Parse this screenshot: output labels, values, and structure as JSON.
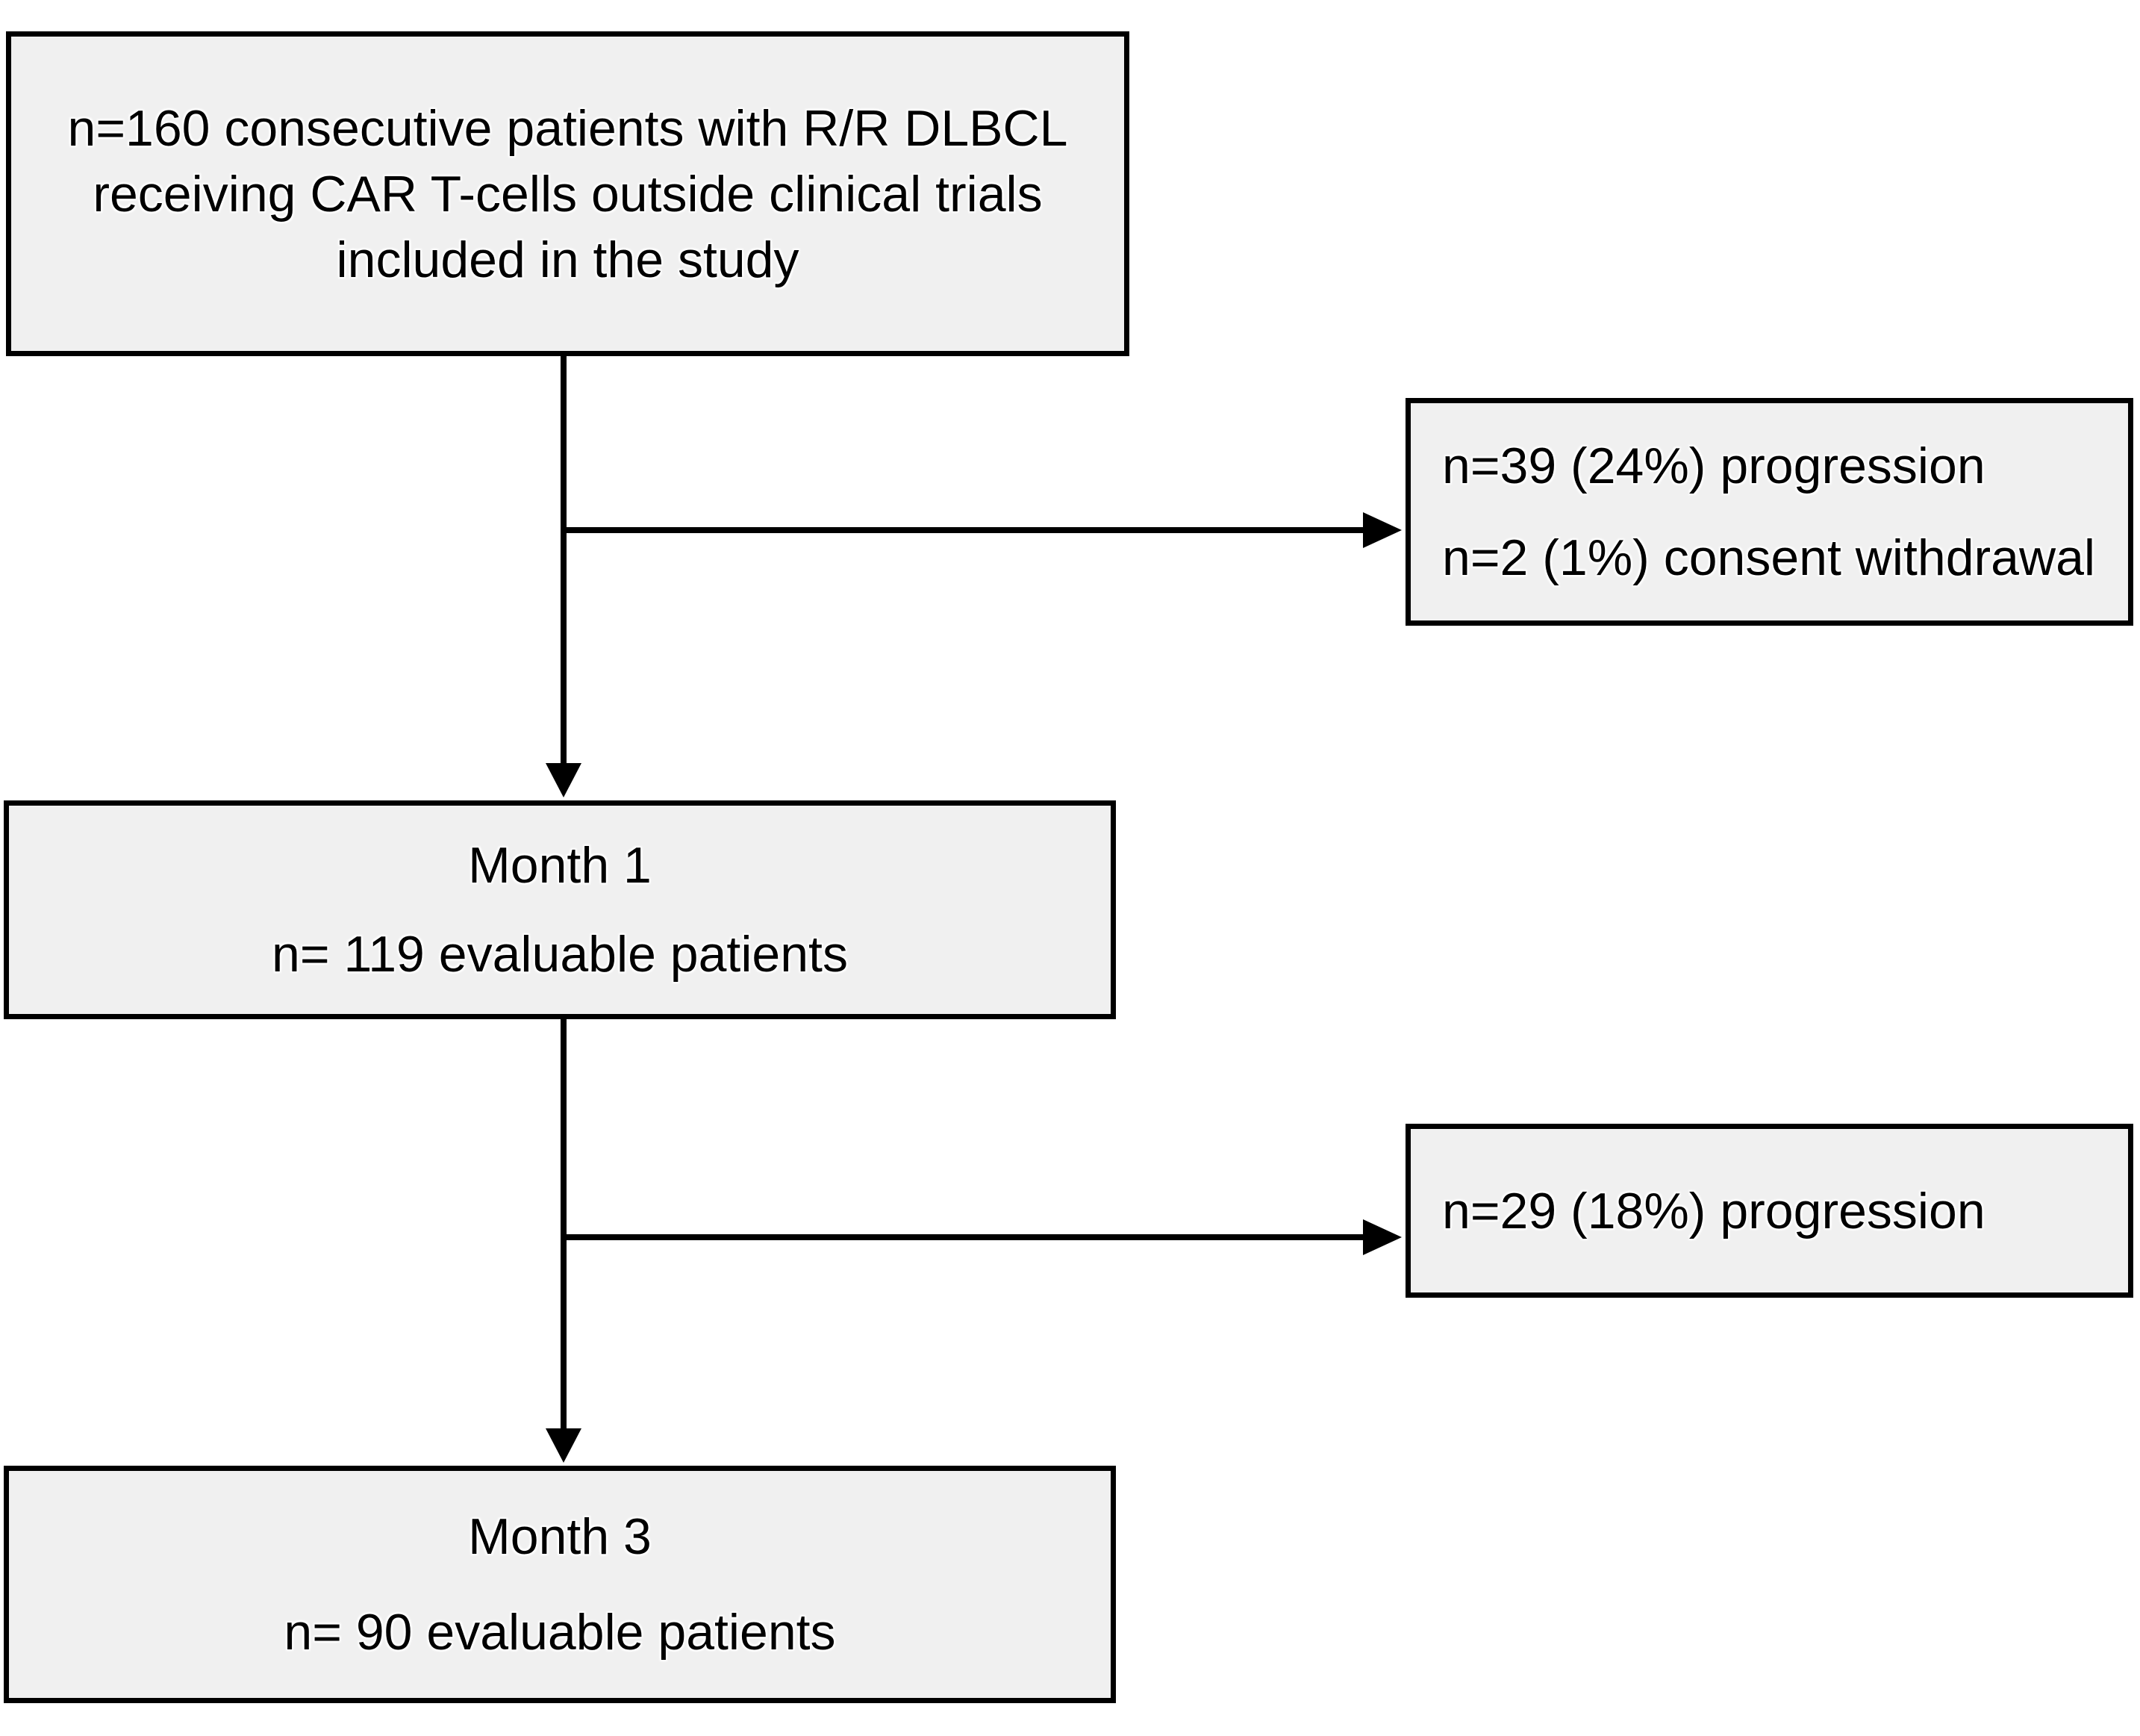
{
  "diagram": {
    "type": "patient-flow-chart",
    "nodes": {
      "enrollment": {
        "lines": [
          "n=160 consecutive patients with R/R DLBCL",
          "receiving CAR T-cells outside clinical trials",
          "included in the study"
        ]
      },
      "exclusion1": {
        "lines": [
          "n=39 (24%) progression",
          "n=2 (1%) consent withdrawal"
        ]
      },
      "month1": {
        "title": "Month 1",
        "count": "n= 119 evaluable patients"
      },
      "exclusion2": {
        "lines": [
          "n=29 (18%) progression"
        ]
      },
      "month3": {
        "title": "Month 3",
        "count": "n= 90 evaluable patients"
      }
    },
    "edges": [
      {
        "from": "enrollment",
        "to": "month1",
        "style": "arrow-down"
      },
      {
        "from": "enrollment-to-month1-connector",
        "to": "exclusion1",
        "style": "arrow-right"
      },
      {
        "from": "month1",
        "to": "month3",
        "style": "arrow-down"
      },
      {
        "from": "month1-to-month3-connector",
        "to": "exclusion2",
        "style": "arrow-right"
      }
    ],
    "colors": {
      "background": "#ffffff",
      "box_fill": "#f0f0f0",
      "box_border": "#000000",
      "text": "#000000",
      "arrow": "#000000"
    }
  }
}
